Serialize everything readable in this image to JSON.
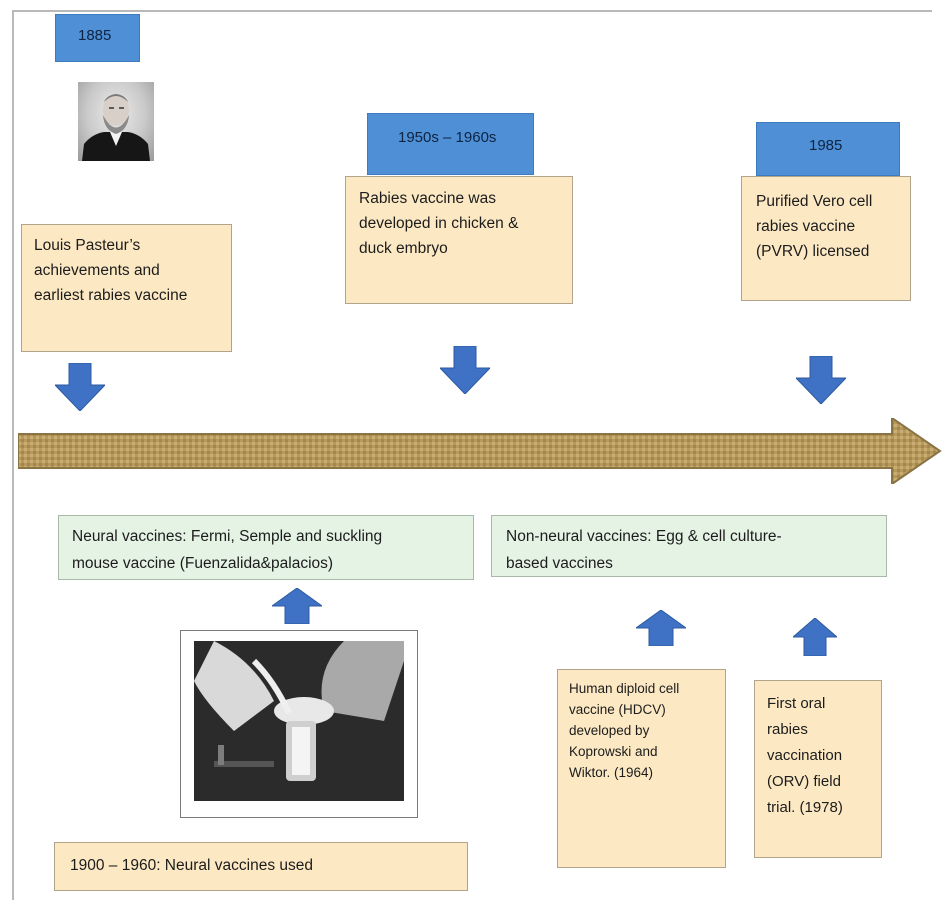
{
  "years": {
    "y1885": "1885",
    "y1950s": "1950s – 1960s",
    "y1985": "1985"
  },
  "notes": {
    "pasteur": [
      "Louis Pasteur’s",
      "achievements and",
      "earliest rabies vaccine"
    ],
    "duck_embryo": [
      "Rabies vaccine was",
      "developed in chicken &",
      "duck embryo"
    ],
    "vero": [
      "Purified Vero cell",
      "rabies vaccine",
      "(PVRV) licensed"
    ],
    "hdcv": [
      "Human diploid cell",
      "vaccine (HDCV)",
      "developed by",
      "Koprowski and",
      "Wiktor. (1964)"
    ],
    "orv": [
      "First oral",
      "rabies",
      "vaccination",
      "(ORV) field",
      "trial. (1978)"
    ],
    "neural_used": "1900 – 1960: Neural vaccines used"
  },
  "categories": {
    "neural": [
      "Neural vaccines: Fermi, Semple and suckling",
      "mouse vaccine (Fuenzalida&palacios)"
    ],
    "non_neural": [
      "Non-neural vaccines: Egg & cell culture-",
      "based vaccines"
    ]
  },
  "colors": {
    "year_box": "#4e8fd6",
    "note_fill": "#fce9c4",
    "category_fill": "#e4f3e4",
    "arrow_blue": "#3f72c4",
    "timeline_fill": "#b89a5e"
  },
  "images": {
    "pasteur_portrait": "portrait-photo",
    "lab_photo": "laboratory-photo"
  }
}
